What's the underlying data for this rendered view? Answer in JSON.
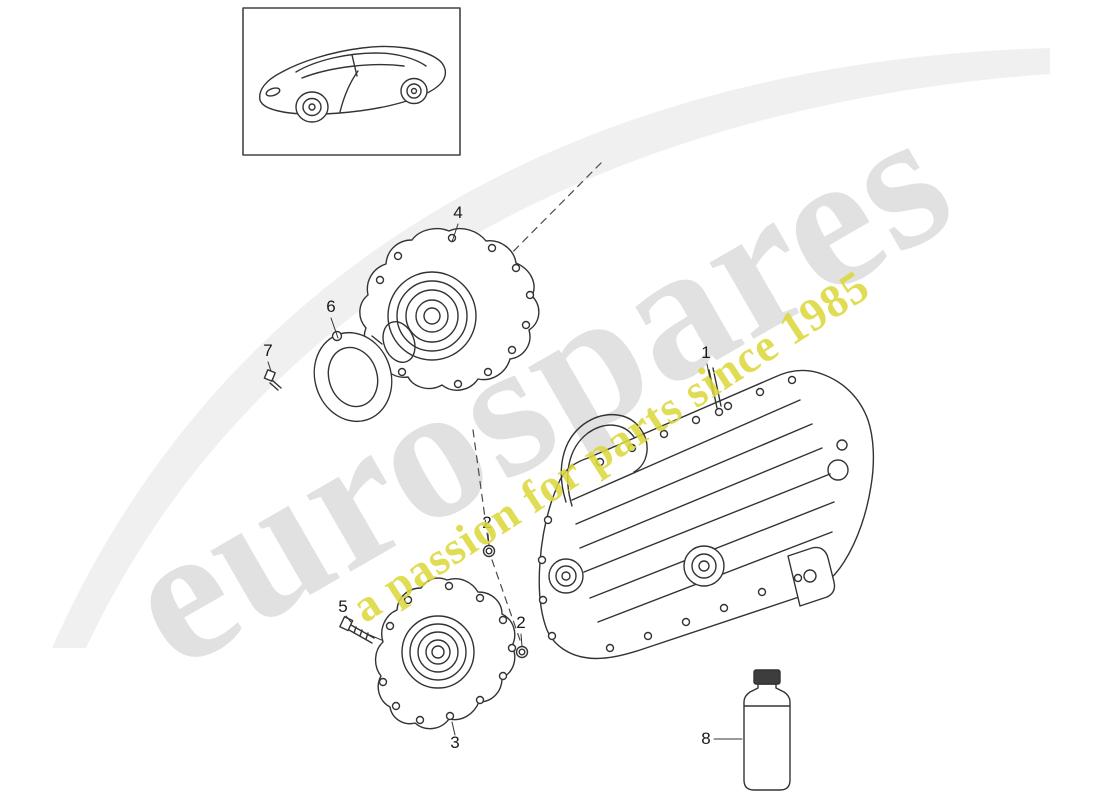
{
  "page": {
    "background": "#ffffff"
  },
  "watermark": {
    "brand": "eurospares",
    "tagline": "a passion for parts since 1985",
    "brand_color": "#cfcfcf",
    "tagline_color": "#dcd93e"
  },
  "diagram": {
    "line_color": "#333333",
    "callouts": [
      {
        "label": "4"
      },
      {
        "label": "6"
      },
      {
        "label": "7"
      },
      {
        "label": "1"
      },
      {
        "label": "2"
      },
      {
        "label": "2"
      },
      {
        "label": "5"
      },
      {
        "label": "3"
      },
      {
        "label": "8"
      }
    ]
  }
}
